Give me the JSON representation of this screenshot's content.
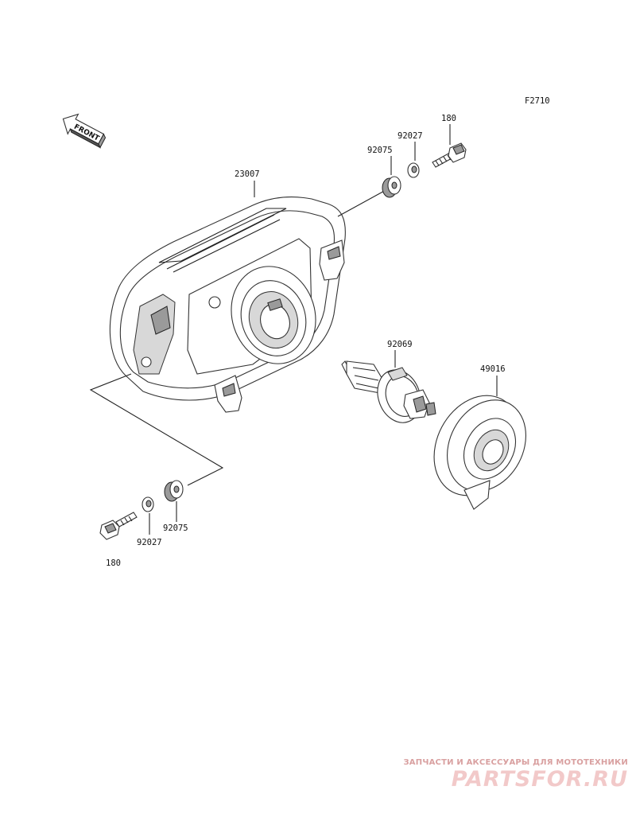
{
  "figure_code": "F2710",
  "front_marker": "FRONT",
  "labels": {
    "headlight": "23007",
    "bolt_top": "180",
    "washer_top": "92027",
    "grommet_top": "92075",
    "bulb": "92069",
    "cover": "49016",
    "grommet_bottom": "92075",
    "washer_bottom": "92027",
    "bolt_bottom": "180"
  },
  "watermark": {
    "caption": "ЗАПЧАСТИ И АКСЕССУАРЫ ДЛЯ МОТОТЕХНИКИ",
    "logo": "PARTSFOR.RU"
  },
  "colors": {
    "line": "#222222",
    "watermark": "#e8a0a0"
  }
}
